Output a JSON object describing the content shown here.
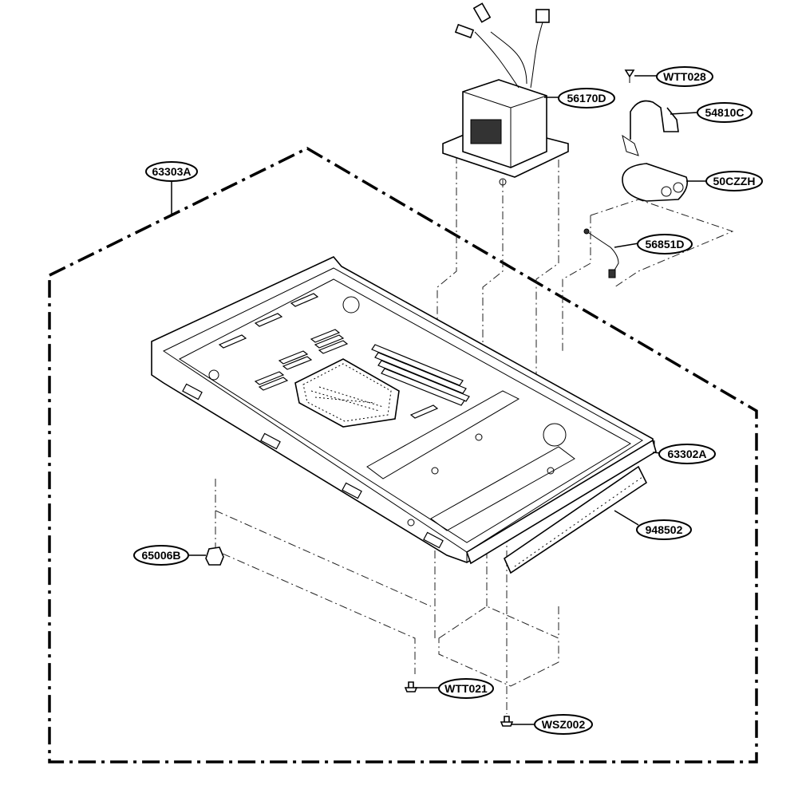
{
  "parts": [
    {
      "id": "label-63303A",
      "text": "63303A"
    },
    {
      "id": "label-56170D",
      "text": "56170D"
    },
    {
      "id": "label-WTT028",
      "text": "WTT028"
    },
    {
      "id": "label-54810C",
      "text": "54810C"
    },
    {
      "id": "label-50CZZH",
      "text": "50CZZH"
    },
    {
      "id": "label-56851D",
      "text": "56851D"
    },
    {
      "id": "label-63302A",
      "text": "63302A"
    },
    {
      "id": "label-948502",
      "text": "948502"
    },
    {
      "id": "label-65006B",
      "text": "65006B"
    },
    {
      "id": "label-WTT021",
      "text": "WTT021"
    },
    {
      "id": "label-WSZ002",
      "text": "WSZ002"
    }
  ]
}
